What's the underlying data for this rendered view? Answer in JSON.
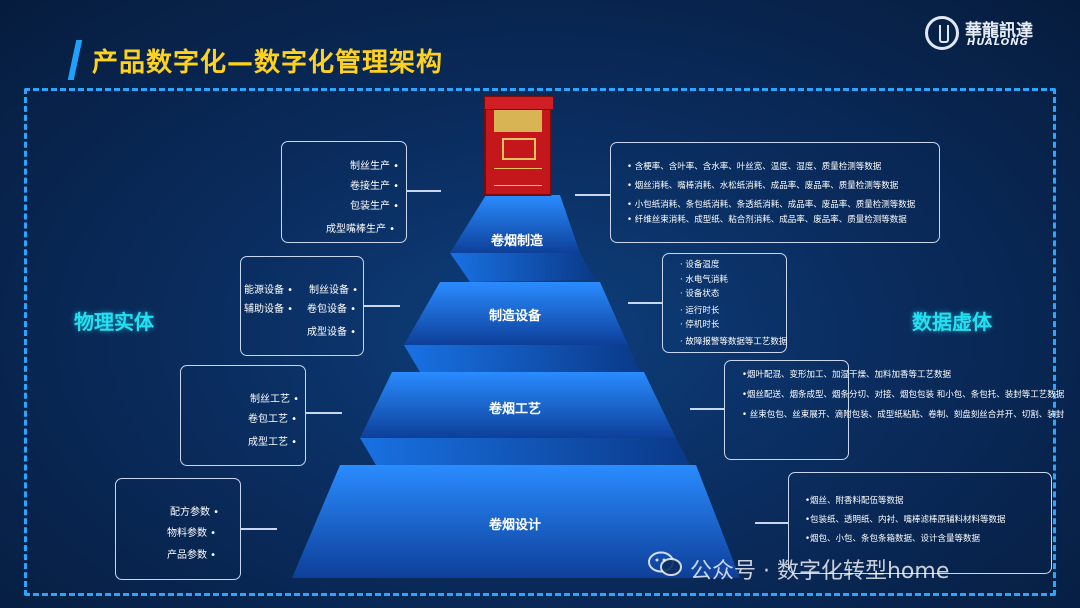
{
  "title": "产品数字化—数字化管理架构",
  "logo": {
    "cn": "華龍訊達",
    "en": "HUALONG"
  },
  "side_labels": {
    "left": "物理实体",
    "right": "数据虚体"
  },
  "tiers": [
    {
      "label": "卷烟制造"
    },
    {
      "label": "制造设备"
    },
    {
      "label": "卷烟工艺"
    },
    {
      "label": "卷烟设计"
    }
  ],
  "left_boxes": {
    "manufacture": [
      "制丝生产 •",
      "卷接生产 •",
      "包装生产 •",
      "成型嘴棒生产 •"
    ],
    "equipment_col1": [
      "能源设备 •",
      "辅助设备 •"
    ],
    "equipment_col2": [
      "制丝设备 •",
      "卷包设备 •",
      "成型设备 •"
    ],
    "process": [
      "制丝工艺 •",
      "卷包工艺 •",
      "成型工艺 •"
    ],
    "design": [
      "配方参数 •",
      "物料参数 •",
      "产品参数 •"
    ]
  },
  "right_boxes": {
    "manufacture": [
      "• 含梗率、含叶率、含水率、叶丝宽、温度、湿度、质量检测等数据",
      "• 烟丝消耗、嘴棒消耗、水松纸消耗、成品率、废品率、质量检测等数据",
      "• 小包纸消耗、条包纸消耗、条透纸消耗、成品率、废品率、质量检测等数据",
      "• 纤维丝束消耗、成型纸、粘合剂消耗、成品率、废品率、质量检测等数据"
    ],
    "equipment": [
      "· 设备温度",
      "· 水电气消耗",
      "· 设备状态",
      "· 运行时长",
      "· 停机时长",
      "· 故障报警等数据等工艺数据"
    ],
    "process": [
      "•烟叶配混、变形加工、加湿干燥、加料加香等工艺数据",
      "•烟丝配送、烟条成型、烟条分切、对接、烟包包装 和小包、条包托、装封等工艺数据",
      "• 丝束包包、丝束展开、滴附包装、成型纸粘贴、卷制、刻盘刻丝合并开、切割、装封"
    ],
    "design": [
      "•烟丝、附香料配伍等数据",
      "•包装纸、透明纸、内衬、嘴棒滤棒原辅料材料等数据",
      "•烟包、小包、条包条箱数据、设计含量等数据"
    ]
  },
  "watermark": "公众号 · 数字化转型home",
  "colors": {
    "title": "#ffd21f",
    "side_label": "#23e0f2",
    "frame": "#2aa6ff",
    "pyramid": "#1f6fe0"
  }
}
